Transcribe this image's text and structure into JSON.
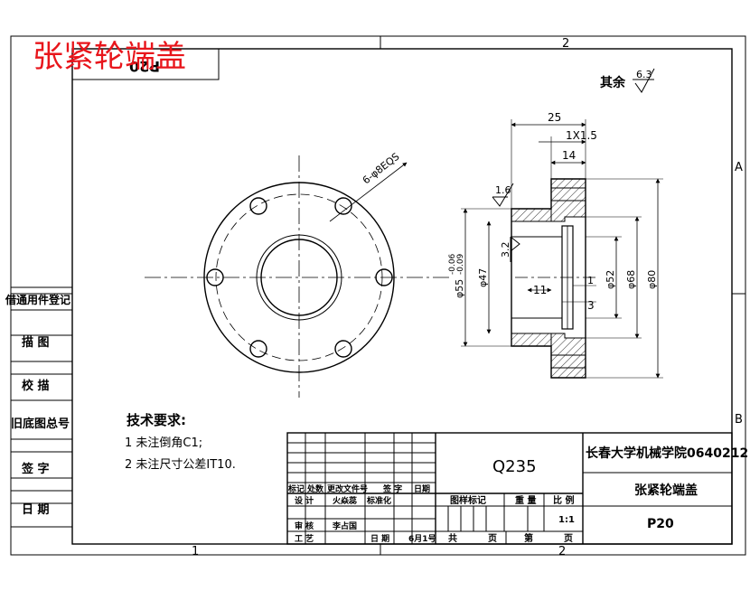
{
  "drawing_title_red": "张紧轮端盖",
  "mirrored_code": "P20",
  "zone_marks": {
    "top_2": "2",
    "bottom_1": "1",
    "bottom_2": "2",
    "right_A": "A",
    "right_B": "B"
  },
  "roughness": {
    "general_label": "其余",
    "general_value": "6.3",
    "face_value": "1.6",
    "bore_value": "3.2"
  },
  "left_column": [
    "借通用件登记",
    "描 图",
    "校 描",
    "旧底图总号",
    "签 字",
    "日 期"
  ],
  "front_view": {
    "hole_callout": "6-φ8EQS"
  },
  "section_view": {
    "dims": {
      "width_25": "25",
      "chamfer_1x15": "1X1.5",
      "width_14": "14",
      "width_11": "11",
      "groove_3": "3",
      "groove_1": "1",
      "dia_47": "φ47",
      "dia_55": "φ55",
      "tol_upper": "-0.06",
      "tol_lower": "-0.09",
      "dia_52": "φ52",
      "dia_68": "φ68",
      "dia_80": "φ80"
    }
  },
  "tech_notes": {
    "title": "技术要求:",
    "items": [
      "1 未注倒角C1;",
      "2 未注尺寸公差IT10."
    ]
  },
  "title_block": {
    "material": "Q235",
    "school": "长春大学机械学院0640212",
    "part_name": "张紧轮端盖",
    "drawing_no": "P20",
    "row_labels": [
      "标记",
      "处数",
      "更改文件号",
      "签 字",
      "日期"
    ],
    "design_label": "设 计",
    "designer": "火焱蕊",
    "standard_label": "标准化",
    "review_label": "审 核",
    "reviewer": "李占国",
    "craft_label": "工 艺",
    "date_label": "日 期",
    "date_value": "6月1号",
    "stage_label": "图样标记",
    "weight_label": "重 量",
    "scale_label": "比 例",
    "scale_value": "1:1",
    "total_label": "共",
    "pages_label": "页",
    "sheet_label": "第",
    "sheet_pages_label": "页"
  }
}
